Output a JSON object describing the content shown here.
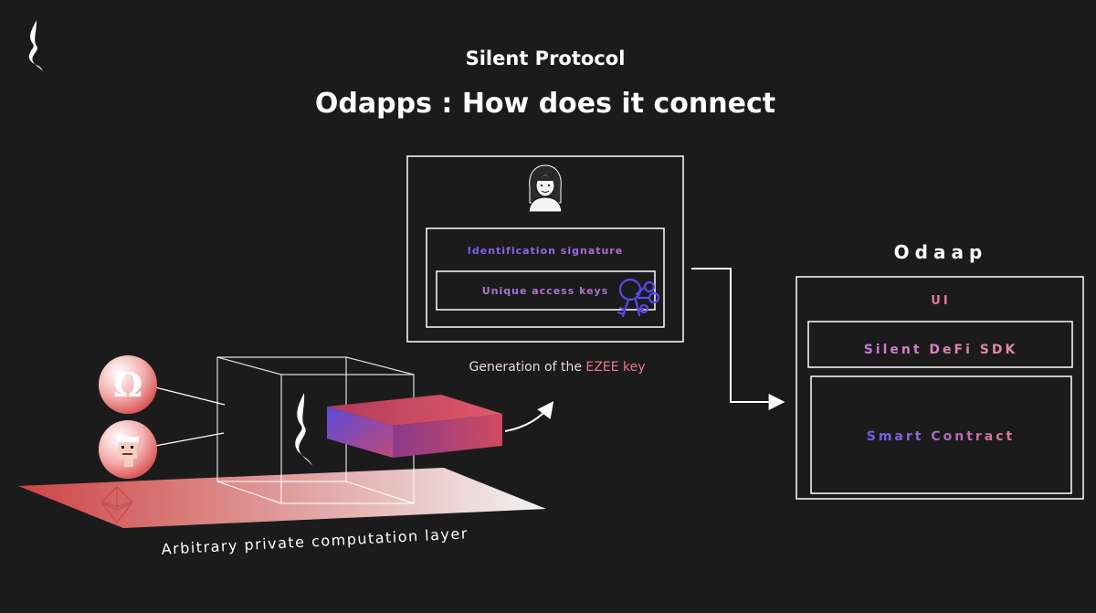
{
  "header": {
    "brand": "Silent Protocol",
    "title": "Odapps : How does it connect"
  },
  "key_panel": {
    "id_signature": "Identification signature",
    "access_keys": "Unique access keys",
    "caption_prefix": "Generation of the ",
    "caption_highlight": "EZEE key"
  },
  "odaap": {
    "title": "Odaap",
    "ui": "UI",
    "sdk": "Silent DeFi SDK",
    "contract": "Smart Contract"
  },
  "layer": {
    "label": "Arbitrary private computation layer"
  },
  "tokens": {
    "top_symbol": "Ω"
  },
  "icons": {
    "logo": "silent-logo-icon",
    "user": "user-avatar-icon",
    "keys": "keys-icon",
    "omega_token": "omega-token-icon",
    "punk_token": "punk-token-icon",
    "ethereum": "ethereum-icon"
  },
  "colors": {
    "background": "#1c1b1c",
    "purple": "#7b5cf0",
    "pink": "#e87a8e",
    "red": "#d94a4a"
  }
}
